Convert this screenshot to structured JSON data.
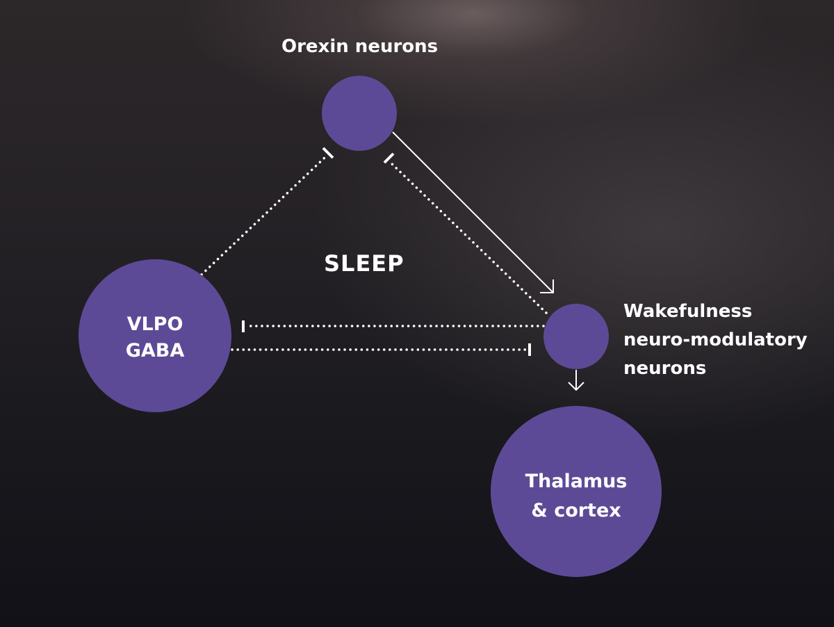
{
  "title": "SLEEP",
  "nodes": {
    "orexin": {
      "label": "Orexin neurons"
    },
    "vlpo": {
      "line1": "VLPO",
      "line2": "GABA"
    },
    "wake": {
      "line1": "Wakefulness",
      "line2": "neuro-modulatory",
      "line3": "neurons"
    },
    "thalamus": {
      "line1": "Thalamus",
      "line2": "& cortex"
    }
  },
  "colors": {
    "node": "#5d4a96",
    "line": "#ffffff"
  }
}
